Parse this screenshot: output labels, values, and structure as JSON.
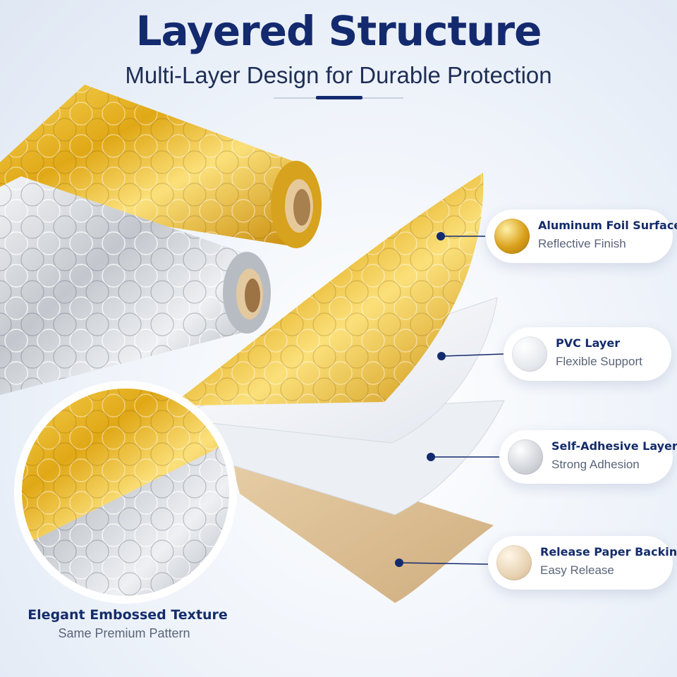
{
  "header": {
    "title": "Layered Structure",
    "subtitle": "Multi-Layer Design for Durable Protection"
  },
  "layers": [
    {
      "title": "Aluminum Foil Surface",
      "subtitle": "Reflective Finish",
      "swatch": "gold"
    },
    {
      "title": "PVC Layer",
      "subtitle": "Flexible Support",
      "swatch": "white"
    },
    {
      "title": "Self-Adhesive Layer",
      "subtitle": "Strong Adhesion",
      "swatch": "silver"
    },
    {
      "title": "Release Paper Backing",
      "subtitle": "Easy Release",
      "swatch": "beige"
    }
  ],
  "texture": {
    "title": "Elegant Embossed Texture",
    "subtitle": "Same Premium Pattern"
  },
  "colors": {
    "navy": "#132a6e",
    "gold": "#d9a91a",
    "silver": "#c8ccd2",
    "paper": "#d8b98e"
  }
}
